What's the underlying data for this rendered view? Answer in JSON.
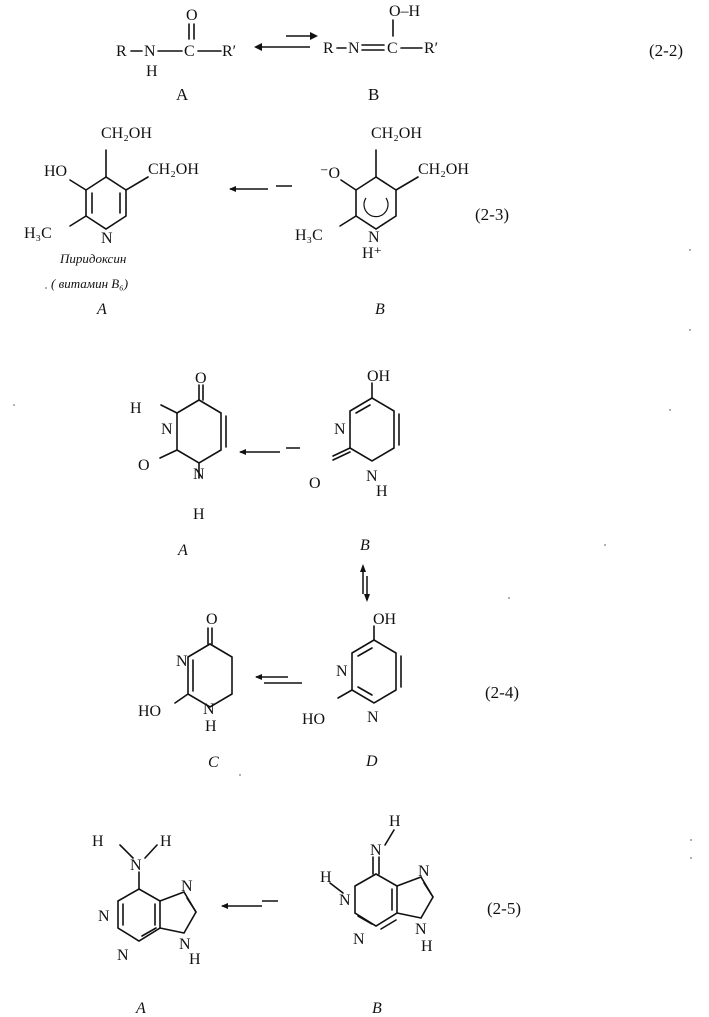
{
  "eq_2_2": {
    "number": "(2-2)",
    "left": {
      "r": "R",
      "n": "N",
      "h": "H",
      "c": "C",
      "rp": "R′",
      "o": "O",
      "label": "A"
    },
    "right": {
      "r": "R",
      "n": "N",
      "c": "C",
      "rp": "R′",
      "oh": "O–H",
      "label": "B"
    }
  },
  "eq_2_3": {
    "number": "(2-3)",
    "left": {
      "ch2oh_top": "CH₂OH",
      "ch2oh_right": "CH₂OH",
      "ho": "HO",
      "h3c": "H₃C",
      "n": "N",
      "name": "Пиридоксин",
      "vitamin": "( витамин B₆)",
      "label": "A"
    },
    "right": {
      "ch2oh_top": "CH₂OH",
      "ch2oh_right": "CH₂OH",
      "o_minus": "⁻O",
      "h3c": "H₃C",
      "n": "N",
      "h_plus": "H⁺",
      "label": "B"
    }
  },
  "eq_2_4": {
    "number": "(2-4)",
    "A": {
      "o_top": "O",
      "h_left": "H",
      "n3": "N",
      "o_left": "O",
      "n1": "N",
      "h_bottom": "H",
      "label": "A"
    },
    "B": {
      "oh_top": "OH",
      "n3": "N",
      "o_left": "O",
      "n1": "N",
      "h_bottom": "H",
      "label": "B"
    },
    "C": {
      "o_top": "O",
      "n3": "N",
      "ho_left": "HO",
      "n1": "N",
      "h_bottom": "H",
      "label": "C"
    },
    "D": {
      "oh_top": "OH",
      "n3": "N",
      "ho_left": "HO",
      "n1": "N",
      "label": "D"
    }
  },
  "eq_2_5": {
    "number": "(2-5)",
    "A": {
      "h1": "H",
      "n_amino": "N",
      "h2": "H",
      "n1": "N",
      "n3": "N",
      "n7": "N",
      "n9": "N",
      "h9": "H",
      "label": "A"
    },
    "B": {
      "h_imino": "H",
      "n_imino": "N",
      "h1": "H",
      "n1": "N",
      "n3": "N",
      "n7": "N",
      "n9": "N",
      "h9": "H",
      "label": "B"
    }
  }
}
